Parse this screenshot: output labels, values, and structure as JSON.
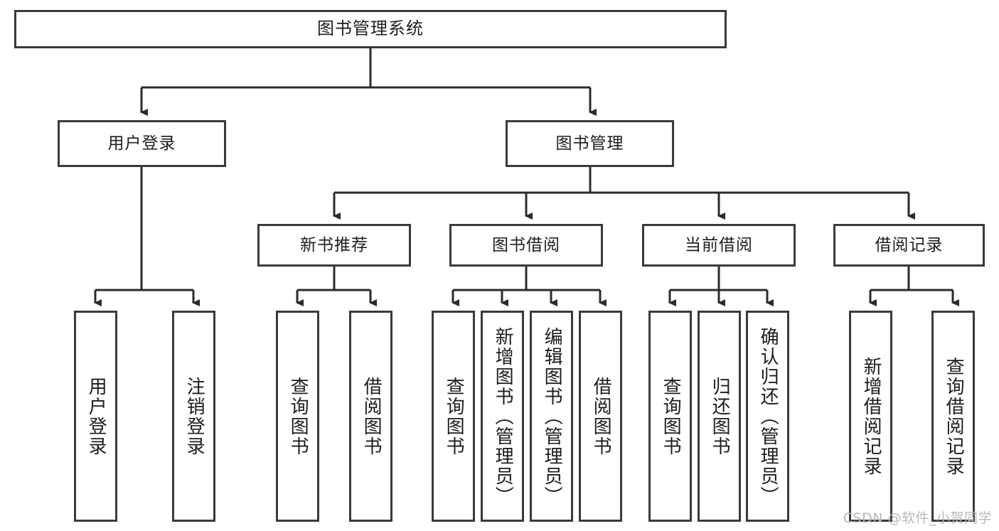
{
  "diagram": {
    "title": "图书管理系统",
    "type": "tree-hierarchy-diagram",
    "watermark": "CSDN @软件_小贺同学",
    "colors": {
      "box_border": "#3a3a3a",
      "box_fill": "#ffffff",
      "connector": "#2b2b2b",
      "text": "#1d1d1d",
      "watermark": "#b9b9b9",
      "background": "#ffffff"
    }
  },
  "nodes": {
    "root": {
      "label": "图书管理系统"
    },
    "level2": [
      {
        "label": "用户登录"
      },
      {
        "label": "图书管理"
      }
    ],
    "level3": [
      {
        "label": "新书推荐"
      },
      {
        "label": "图书借阅"
      },
      {
        "label": "当前借阅"
      },
      {
        "label": "借阅记录"
      }
    ],
    "leaves_user_login": [
      {
        "label": "用户登录"
      },
      {
        "label": "注销登录"
      }
    ],
    "leaves_new_book": [
      {
        "label": "查询图书"
      },
      {
        "label": "借阅图书"
      }
    ],
    "leaves_borrow": [
      {
        "label": "查询图书"
      },
      {
        "label": "新增图书（管理员）"
      },
      {
        "label": "编辑图书（管理员）"
      },
      {
        "label": "借阅图书"
      }
    ],
    "leaves_current": [
      {
        "label": "查询图书"
      },
      {
        "label": "归还图书"
      },
      {
        "label": "确认归还（管理员）"
      }
    ],
    "leaves_records": [
      {
        "label": "新增借阅记录"
      },
      {
        "label": "查询借阅记录"
      }
    ]
  }
}
